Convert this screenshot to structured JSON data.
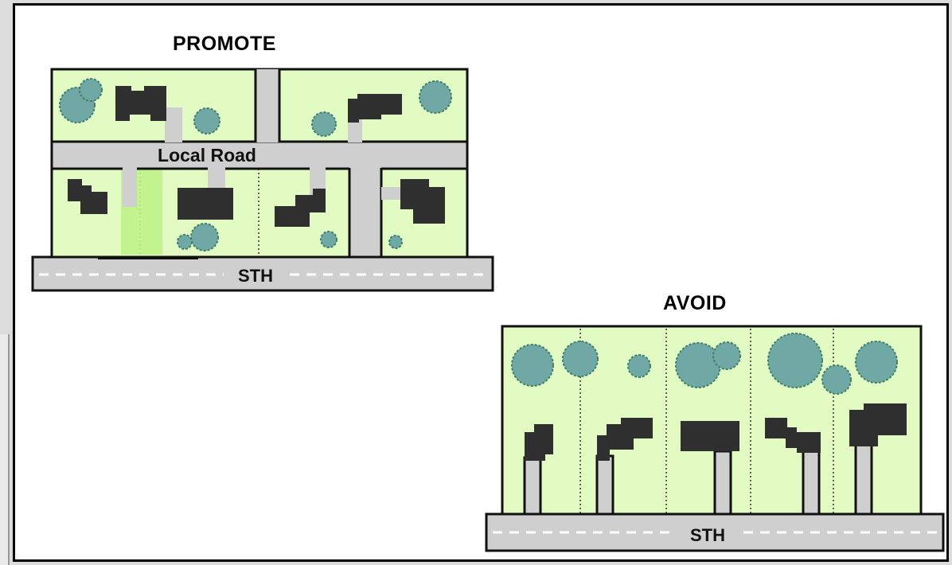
{
  "promote": {
    "title": "PROMOTE",
    "local_road_label": "Local Road",
    "highway_label": "STH"
  },
  "avoid": {
    "title": "AVOID",
    "highway_label": "STH"
  },
  "colors": {
    "lot_fill": "#e2fbc2",
    "road_fill": "#cfcfcf",
    "building_fill": "#2f2f2f",
    "tree_fill": "#6fa8a4",
    "driveway_highlight": "#bff28a"
  }
}
